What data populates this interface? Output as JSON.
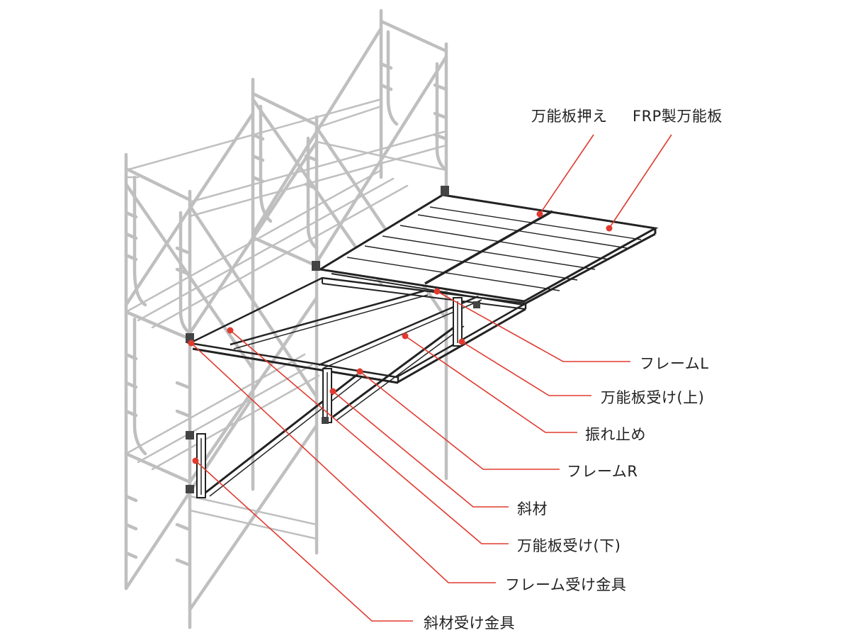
{
  "callouts": [
    {
      "id": "tl-1",
      "text": "万能板押え"
    },
    {
      "id": "tl-2",
      "text": "FRP製万能板"
    },
    {
      "id": "r-1",
      "text": "フレームL"
    },
    {
      "id": "r-2",
      "text": "万能板受け(上)"
    },
    {
      "id": "r-3",
      "text": "振れ止め"
    },
    {
      "id": "r-4",
      "text": "フレームR"
    },
    {
      "id": "r-5",
      "text": "斜材"
    },
    {
      "id": "r-6",
      "text": "万能板受け(下)"
    },
    {
      "id": "r-7",
      "text": "フレーム受け金具"
    },
    {
      "id": "r-8",
      "text": "斜材受け金具"
    }
  ],
  "colors": {
    "leader": "#e03a2f",
    "scaffold": "#bfbfbf",
    "frame": "#222222",
    "panel": "#ffffff"
  }
}
